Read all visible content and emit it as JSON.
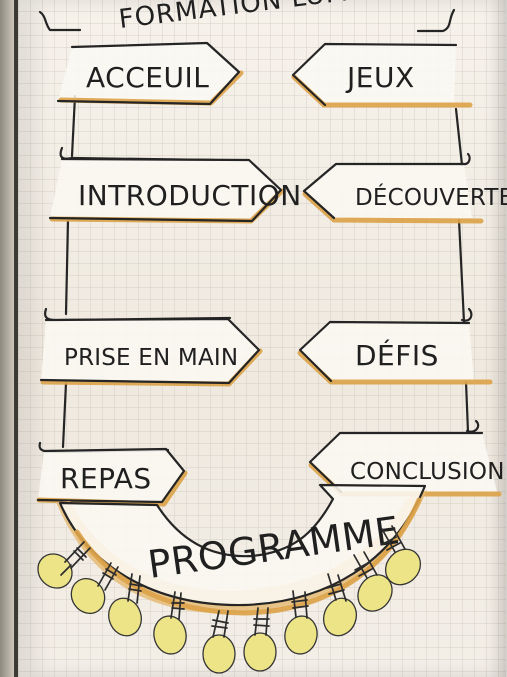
{
  "flipchart": {
    "title": "FORMATION LUMIERE",
    "left_signs": [
      "ACCEUIL",
      "INTRODUCTION",
      "PRISE EN MAIN",
      "REPAS"
    ],
    "right_signs": [
      "JEUX",
      "DÉCOUVERTE",
      "DÉFIS",
      "CONCLUSION"
    ],
    "banner": "PROGRAMME"
  },
  "colors": {
    "accent": "#dca34a",
    "bulb": "#ece487",
    "ink": "#252525",
    "paper": "#f4efe7"
  }
}
